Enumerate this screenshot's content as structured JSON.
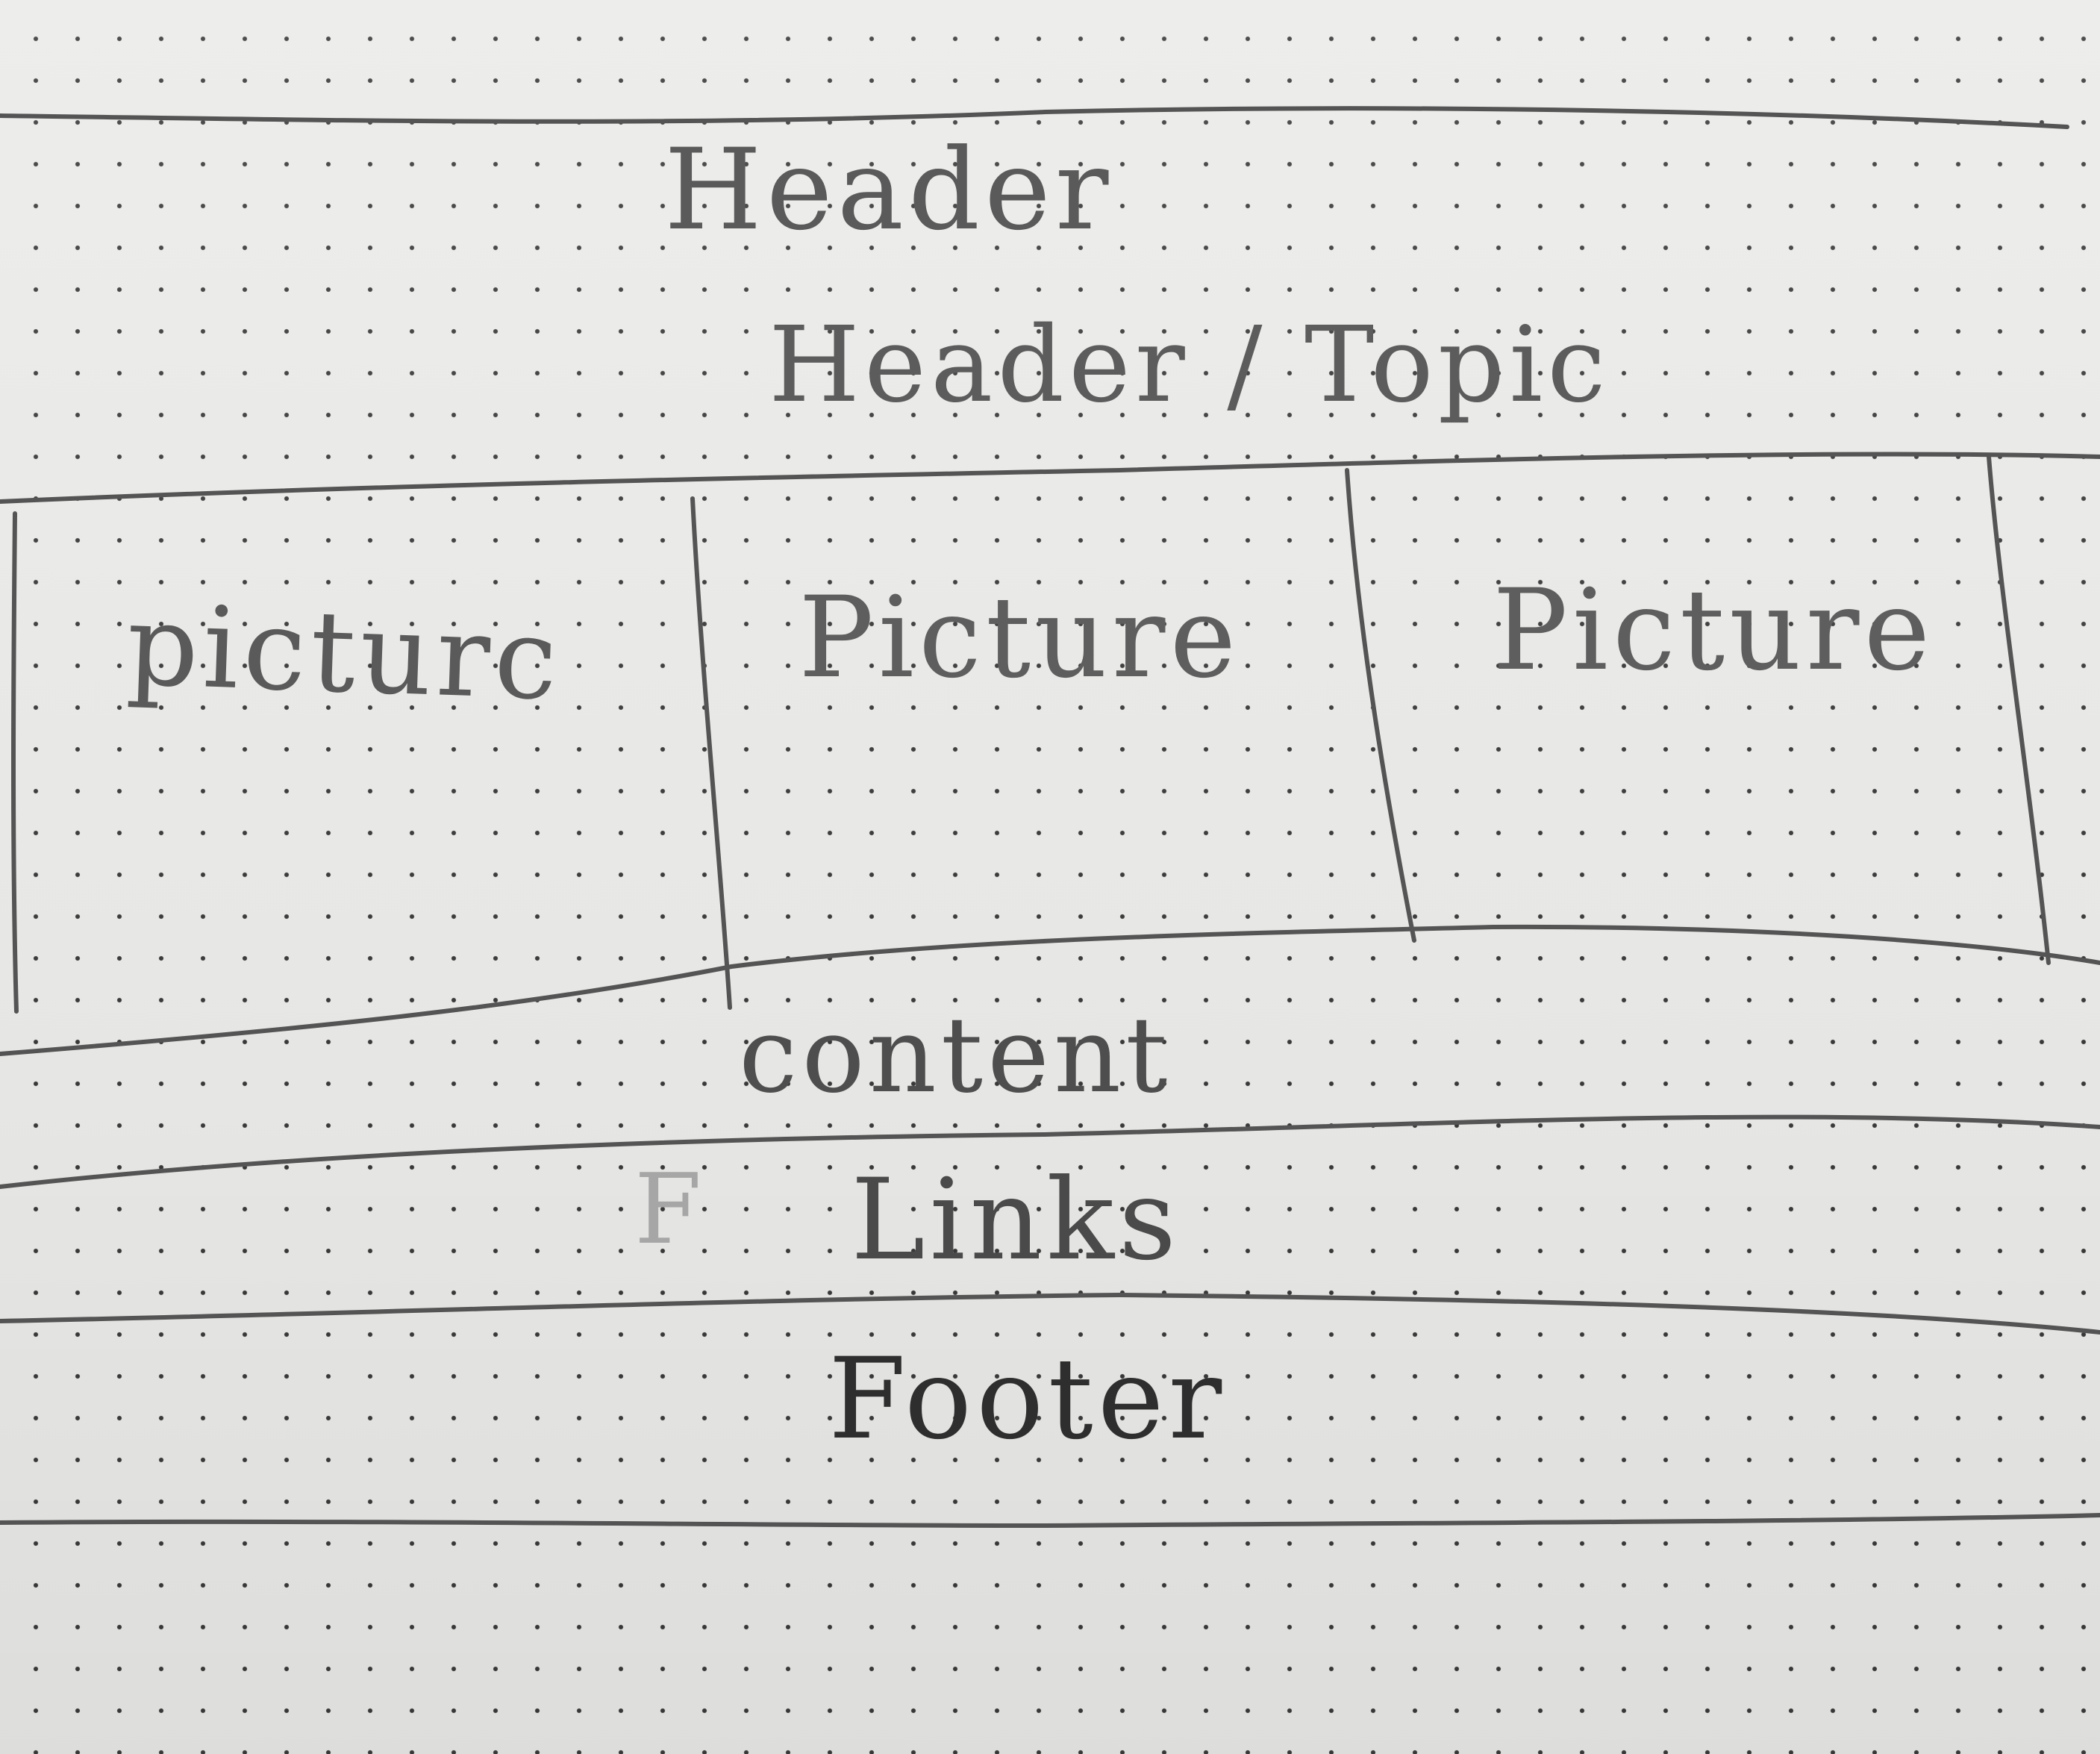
{
  "sketch": {
    "header": {
      "title": "Header",
      "topic": "Header / Topic"
    },
    "pictures": [
      {
        "label": "picturc"
      },
      {
        "label": "Picture"
      },
      {
        "label": "Picture"
      }
    ],
    "content": {
      "label": "content"
    },
    "links": {
      "stray_mark": "F",
      "label": "Links"
    },
    "footer": {
      "label": "Footer"
    }
  },
  "colors": {
    "paper": "#ebebe9",
    "pencil": "#545454",
    "dot": "#3a3a3a"
  }
}
